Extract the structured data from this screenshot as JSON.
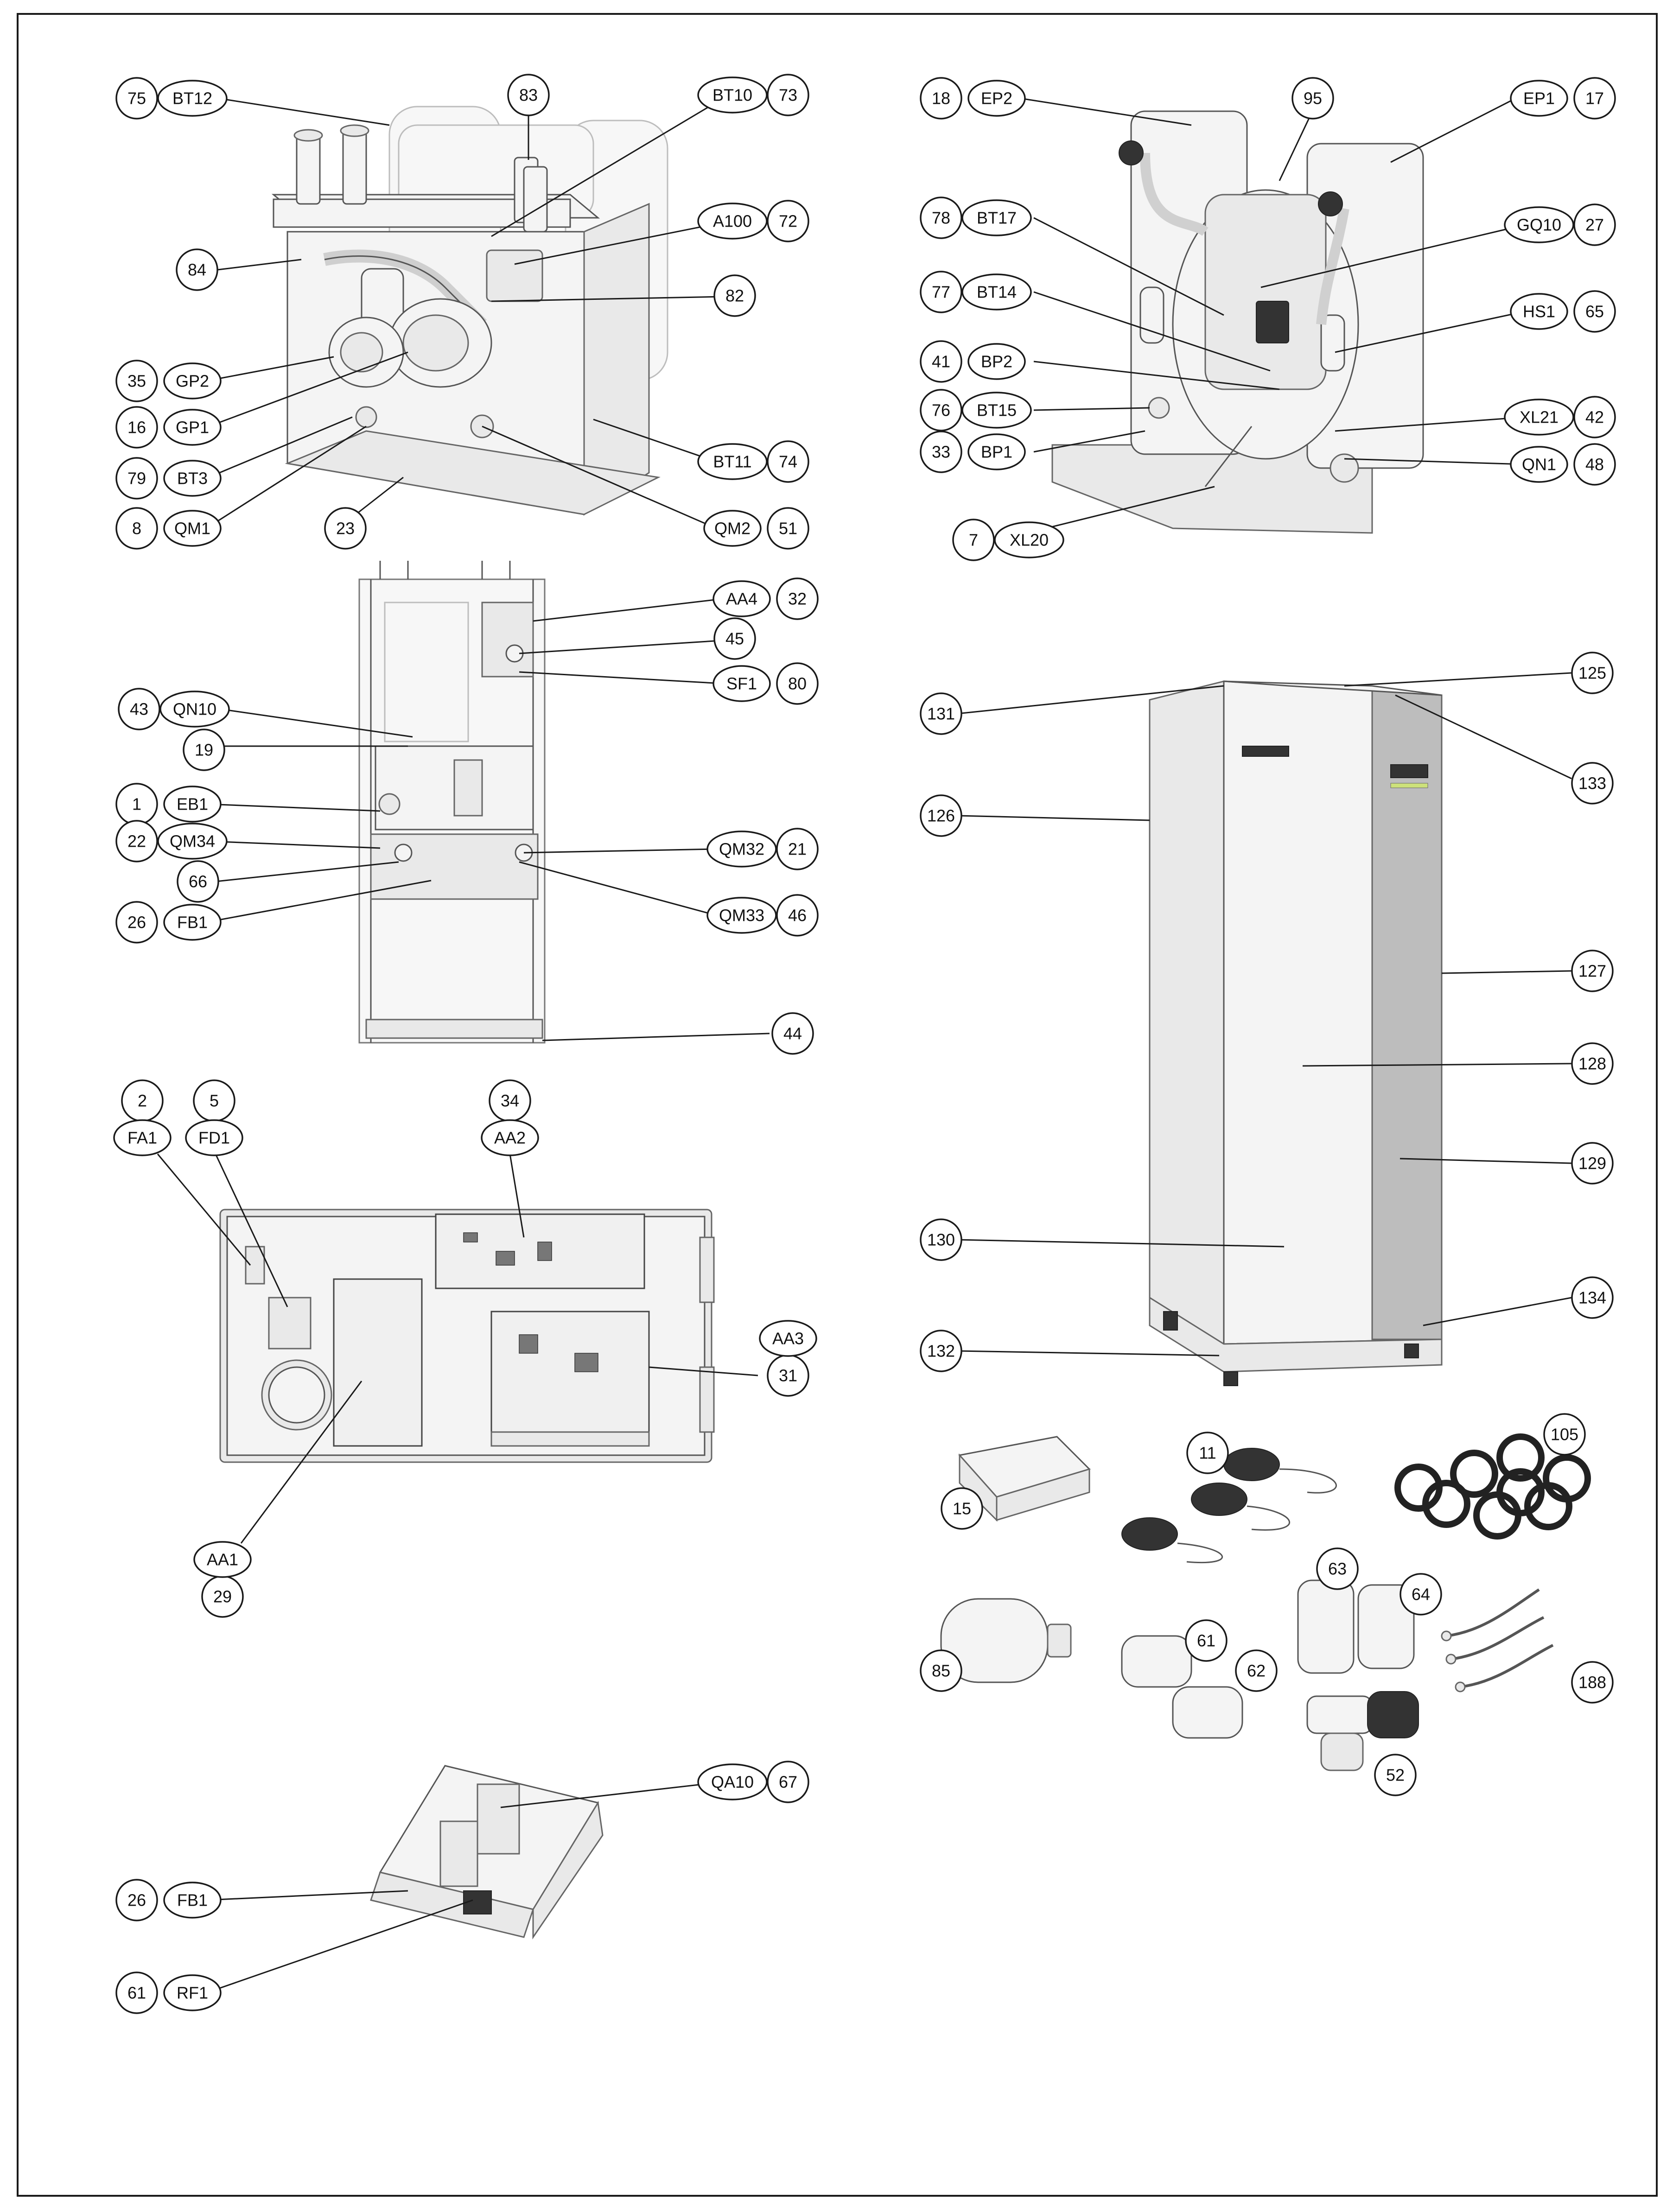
{
  "title": "",
  "callouts": [
    {
      "id": "c-75",
      "num": "75",
      "code": "BT12"
    },
    {
      "id": "c-83",
      "num": "83",
      "code": ""
    },
    {
      "id": "c-73",
      "num": "73",
      "code": "BT10"
    },
    {
      "id": "c-84",
      "num": "84",
      "code": ""
    },
    {
      "id": "c-72",
      "num": "72",
      "code": "A100"
    },
    {
      "id": "c-82",
      "num": "82",
      "code": ""
    },
    {
      "id": "c-35",
      "num": "35",
      "code": "GP2"
    },
    {
      "id": "c-16",
      "num": "16",
      "code": "GP1"
    },
    {
      "id": "c-79",
      "num": "79",
      "code": "BT3"
    },
    {
      "id": "c-74",
      "num": "74",
      "code": "BT11"
    },
    {
      "id": "c-8",
      "num": "8",
      "code": "QM1"
    },
    {
      "id": "c-23",
      "num": "23",
      "code": ""
    },
    {
      "id": "c-51",
      "num": "51",
      "code": "QM2"
    },
    {
      "id": "c-18",
      "num": "18",
      "code": "EP2"
    },
    {
      "id": "c-95",
      "num": "95",
      "code": ""
    },
    {
      "id": "c-17",
      "num": "17",
      "code": "EP1"
    },
    {
      "id": "c-78",
      "num": "78",
      "code": "BT17"
    },
    {
      "id": "c-27",
      "num": "27",
      "code": "GQ10"
    },
    {
      "id": "c-77",
      "num": "77",
      "code": "BT14"
    },
    {
      "id": "c-65",
      "num": "65",
      "code": "HS1"
    },
    {
      "id": "c-41",
      "num": "41",
      "code": "BP2"
    },
    {
      "id": "c-76",
      "num": "76",
      "code": "BT15"
    },
    {
      "id": "c-42",
      "num": "42",
      "code": "XL21"
    },
    {
      "id": "c-33",
      "num": "33",
      "code": "BP1"
    },
    {
      "id": "c-48",
      "num": "48",
      "code": "QN1"
    },
    {
      "id": "c-7",
      "num": "7",
      "code": "XL20"
    },
    {
      "id": "c-32",
      "num": "32",
      "code": "AA4"
    },
    {
      "id": "c-45",
      "num": "45",
      "code": ""
    },
    {
      "id": "c-80",
      "num": "80",
      "code": "SF1"
    },
    {
      "id": "c-43",
      "num": "43",
      "code": "QN10"
    },
    {
      "id": "c-19",
      "num": "19",
      "code": ""
    },
    {
      "id": "c-1",
      "num": "1",
      "code": "EB1"
    },
    {
      "id": "c-22",
      "num": "22",
      "code": "QM34"
    },
    {
      "id": "c-21",
      "num": "21",
      "code": "QM32"
    },
    {
      "id": "c-66",
      "num": "66",
      "code": ""
    },
    {
      "id": "c-26a",
      "num": "26",
      "code": "FB1"
    },
    {
      "id": "c-46",
      "num": "46",
      "code": "QM33"
    },
    {
      "id": "c-44",
      "num": "44",
      "code": ""
    },
    {
      "id": "c-2",
      "num": "2",
      "code": "FA1"
    },
    {
      "id": "c-5",
      "num": "5",
      "code": "FD1"
    },
    {
      "id": "c-34",
      "num": "34",
      "code": "AA2"
    },
    {
      "id": "c-31",
      "num": "31",
      "code": "AA3"
    },
    {
      "id": "c-29",
      "num": "29",
      "code": "AA1"
    },
    {
      "id": "c-67",
      "num": "67",
      "code": "QA10"
    },
    {
      "id": "c-26b",
      "num": "26",
      "code": "FB1"
    },
    {
      "id": "c-61b",
      "num": "61",
      "code": "RF1"
    },
    {
      "id": "c-125",
      "num": "125",
      "code": ""
    },
    {
      "id": "c-131",
      "num": "131",
      "code": ""
    },
    {
      "id": "c-133",
      "num": "133",
      "code": ""
    },
    {
      "id": "c-126",
      "num": "126",
      "code": ""
    },
    {
      "id": "c-127",
      "num": "127",
      "code": ""
    },
    {
      "id": "c-128",
      "num": "128",
      "code": ""
    },
    {
      "id": "c-129",
      "num": "129",
      "code": ""
    },
    {
      "id": "c-130",
      "num": "130",
      "code": ""
    },
    {
      "id": "c-134",
      "num": "134",
      "code": ""
    },
    {
      "id": "c-132",
      "num": "132",
      "code": ""
    },
    {
      "id": "c-11",
      "num": "11",
      "code": ""
    },
    {
      "id": "c-105",
      "num": "105",
      "code": ""
    },
    {
      "id": "c-15",
      "num": "15",
      "code": ""
    },
    {
      "id": "c-63",
      "num": "63",
      "code": ""
    },
    {
      "id": "c-64",
      "num": "64",
      "code": ""
    },
    {
      "id": "c-61a",
      "num": "61",
      "code": ""
    },
    {
      "id": "c-62",
      "num": "62",
      "code": ""
    },
    {
      "id": "c-85",
      "num": "85",
      "code": ""
    },
    {
      "id": "c-188",
      "num": "188",
      "code": ""
    },
    {
      "id": "c-52",
      "num": "52",
      "code": ""
    }
  ]
}
